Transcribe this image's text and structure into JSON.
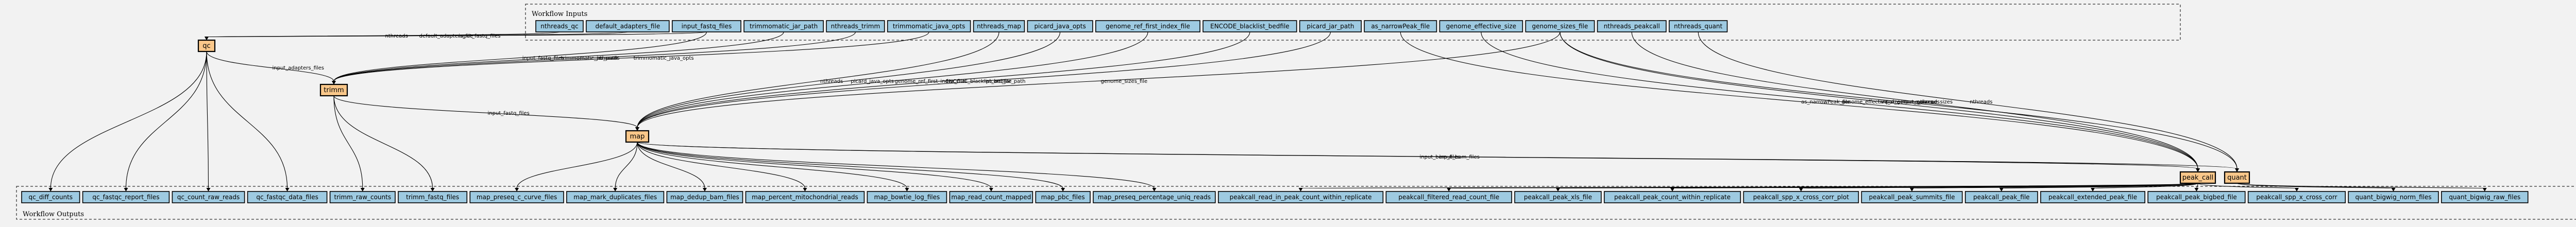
{
  "clusters": {
    "inputs_label": "Workflow Inputs",
    "outputs_label": "Workflow Outputs"
  },
  "inputs": [
    {
      "id": "in_nthreads_qc",
      "label": "nthreads_qc"
    },
    {
      "id": "in_default_adapters_file",
      "label": "default_adapters_file"
    },
    {
      "id": "in_input_fastq_files",
      "label": "input_fastq_files"
    },
    {
      "id": "in_trimmomatic_jar_path",
      "label": "trimmomatic_jar_path"
    },
    {
      "id": "in_nthreads_trimm",
      "label": "nthreads_trimm"
    },
    {
      "id": "in_trimmomatic_java_opts",
      "label": "trimmomatic_java_opts"
    },
    {
      "id": "in_nthreads_map",
      "label": "nthreads_map"
    },
    {
      "id": "in_picard_java_opts",
      "label": "picard_java_opts"
    },
    {
      "id": "in_genome_ref_first_index_file",
      "label": "genome_ref_first_index_file"
    },
    {
      "id": "in_encode_blacklist_bedfile",
      "label": "ENCODE_blacklist_bedfile"
    },
    {
      "id": "in_picard_jar_path",
      "label": "picard_jar_path"
    },
    {
      "id": "in_as_narrowpeak_file",
      "label": "as_narrowPeak_file"
    },
    {
      "id": "in_genome_effective_size",
      "label": "genome_effective_size"
    },
    {
      "id": "in_genome_sizes_file",
      "label": "genome_sizes_file"
    },
    {
      "id": "in_nthreads_peakcall",
      "label": "nthreads_peakcall"
    },
    {
      "id": "in_nthreads_quant",
      "label": "nthreads_quant"
    }
  ],
  "tasks": [
    {
      "id": "task_qc",
      "label": "qc"
    },
    {
      "id": "task_trimm",
      "label": "trimm"
    },
    {
      "id": "task_map",
      "label": "map"
    },
    {
      "id": "task_peak_call",
      "label": "peak_call"
    },
    {
      "id": "task_quant",
      "label": "quant"
    }
  ],
  "outputs": [
    {
      "id": "out_qc_diff_counts",
      "label": "qc_diff_counts"
    },
    {
      "id": "out_qc_fastqc_report_files",
      "label": "qc_fastqc_report_files"
    },
    {
      "id": "out_qc_count_raw_reads",
      "label": "qc_count_raw_reads"
    },
    {
      "id": "out_qc_fastqc_data_files",
      "label": "qc_fastqc_data_files"
    },
    {
      "id": "out_trimm_raw_counts",
      "label": "trimm_raw_counts"
    },
    {
      "id": "out_trimm_fastq_files",
      "label": "trimm_fastq_files"
    },
    {
      "id": "out_map_preseq_c_curve_files",
      "label": "map_preseq_c_curve_files"
    },
    {
      "id": "out_map_mark_duplicates_files",
      "label": "map_mark_duplicates_files"
    },
    {
      "id": "out_map_dedup_bam_files",
      "label": "map_dedup_bam_files"
    },
    {
      "id": "out_map_percent_mitochondrial_reads",
      "label": "map_percent_mitochondrial_reads"
    },
    {
      "id": "out_map_bowtie_log_files",
      "label": "map_bowtie_log_files"
    },
    {
      "id": "out_map_read_count_mapped",
      "label": "map_read_count_mapped"
    },
    {
      "id": "out_map_pbc_files",
      "label": "map_pbc_files"
    },
    {
      "id": "out_map_preseq_percentage_uniq_reads",
      "label": "map_preseq_percentage_uniq_reads"
    },
    {
      "id": "out_peakcall_read_in_peak_count_within_replicate",
      "label": "peakcall_read_in_peak_count_within_replicate"
    },
    {
      "id": "out_peakcall_filtered_read_count_file",
      "label": "peakcall_filtered_read_count_file"
    },
    {
      "id": "out_peakcall_peak_xls_file",
      "label": "peakcall_peak_xls_file"
    },
    {
      "id": "out_peakcall_peak_count_within_replicate",
      "label": "peakcall_peak_count_within_replicate"
    },
    {
      "id": "out_peakcall_spp_x_cross_corr_plot",
      "label": "peakcall_spp_x_cross_corr_plot"
    },
    {
      "id": "out_peakcall_peak_summits_file",
      "label": "peakcall_peak_summits_file"
    },
    {
      "id": "out_peakcall_peak_file",
      "label": "peakcall_peak_file"
    },
    {
      "id": "out_peakcall_extended_peak_file",
      "label": "peakcall_extended_peak_file"
    },
    {
      "id": "out_peakcall_peak_bigbed_file",
      "label": "peakcall_peak_bigbed_file"
    },
    {
      "id": "out_peakcall_spp_x_cross_corr",
      "label": "peakcall_spp_x_cross_corr"
    },
    {
      "id": "out_quant_bigwig_norm_files",
      "label": "quant_bigwig_norm_files"
    },
    {
      "id": "out_quant_bigwig_raw_files",
      "label": "quant_bigwig_raw_files"
    }
  ],
  "edges": [
    {
      "from": "in_nthreads_qc",
      "to": "task_qc",
      "label": "nthreads"
    },
    {
      "from": "in_default_adapters_file",
      "to": "task_qc",
      "label": "default_adapters_file"
    },
    {
      "from": "in_input_fastq_files",
      "to": "task_qc",
      "label": "input_fastq_files"
    },
    {
      "from": "in_input_fastq_files",
      "to": "task_trimm",
      "label": "input_fastq_files"
    },
    {
      "from": "in_trimmomatic_jar_path",
      "to": "task_trimm",
      "label": "trimmomatic_jar_path"
    },
    {
      "from": "in_nthreads_trimm",
      "to": "task_trimm",
      "label": "nthreads"
    },
    {
      "from": "in_trimmomatic_java_opts",
      "to": "task_trimm",
      "label": "trimmomatic_java_opts"
    },
    {
      "from": "task_qc",
      "to": "task_trimm",
      "label": "input_adapters_files"
    },
    {
      "from": "task_trimm",
      "to": "task_map",
      "label": "input_fastq_files"
    },
    {
      "from": "in_nthreads_map",
      "to": "task_map",
      "label": "nthreads"
    },
    {
      "from": "in_picard_java_opts",
      "to": "task_map",
      "label": "picard_java_opts"
    },
    {
      "from": "in_genome_ref_first_index_file",
      "to": "task_map",
      "label": "genome_ref_first_index_file"
    },
    {
      "from": "in_encode_blacklist_bedfile",
      "to": "task_map",
      "label": "ENCODE_blacklist_bedfile"
    },
    {
      "from": "in_picard_jar_path",
      "to": "task_map",
      "label": "picard_jar_path"
    },
    {
      "from": "in_genome_sizes_file",
      "to": "task_map",
      "label": "genome_sizes_file"
    },
    {
      "from": "task_map",
      "to": "task_peak_call",
      "label": "input_bam_files"
    },
    {
      "from": "task_map",
      "to": "task_quant",
      "label": "input_bam_files"
    },
    {
      "from": "in_as_narrowpeak_file",
      "to": "task_peak_call",
      "label": "as_narrowPeak_file"
    },
    {
      "from": "in_genome_effective_size",
      "to": "task_peak_call",
      "label": "genome_effective_size"
    },
    {
      "from": "in_genome_sizes_file",
      "to": "task_peak_call",
      "label": "input_genome_sizes"
    },
    {
      "from": "in_genome_sizes_file",
      "to": "task_quant",
      "label": "input_genome_sizes"
    },
    {
      "from": "in_nthreads_peakcall",
      "to": "task_peak_call",
      "label": "nthreads"
    },
    {
      "from": "in_nthreads_quant",
      "to": "task_quant",
      "label": "nthreads"
    },
    {
      "from": "task_qc",
      "to": "out_qc_diff_counts",
      "label": ""
    },
    {
      "from": "task_qc",
      "to": "out_qc_fastqc_report_files",
      "label": ""
    },
    {
      "from": "task_qc",
      "to": "out_qc_count_raw_reads",
      "label": ""
    },
    {
      "from": "task_qc",
      "to": "out_qc_fastqc_data_files",
      "label": ""
    },
    {
      "from": "task_trimm",
      "to": "out_trimm_raw_counts",
      "label": ""
    },
    {
      "from": "task_trimm",
      "to": "out_trimm_fastq_files",
      "label": ""
    },
    {
      "from": "task_map",
      "to": "out_map_preseq_c_curve_files",
      "label": ""
    },
    {
      "from": "task_map",
      "to": "out_map_mark_duplicates_files",
      "label": ""
    },
    {
      "from": "task_map",
      "to": "out_map_dedup_bam_files",
      "label": ""
    },
    {
      "from": "task_map",
      "to": "out_map_percent_mitochondrial_reads",
      "label": ""
    },
    {
      "from": "task_map",
      "to": "out_map_bowtie_log_files",
      "label": ""
    },
    {
      "from": "task_map",
      "to": "out_map_read_count_mapped",
      "label": ""
    },
    {
      "from": "task_map",
      "to": "out_map_pbc_files",
      "label": ""
    },
    {
      "from": "task_map",
      "to": "out_map_preseq_percentage_uniq_reads",
      "label": ""
    },
    {
      "from": "task_peak_call",
      "to": "out_peakcall_read_in_peak_count_within_replicate",
      "label": ""
    },
    {
      "from": "task_peak_call",
      "to": "out_peakcall_filtered_read_count_file",
      "label": ""
    },
    {
      "from": "task_peak_call",
      "to": "out_peakcall_peak_xls_file",
      "label": ""
    },
    {
      "from": "task_peak_call",
      "to": "out_peakcall_peak_count_within_replicate",
      "label": ""
    },
    {
      "from": "task_peak_call",
      "to": "out_peakcall_spp_x_cross_corr_plot",
      "label": ""
    },
    {
      "from": "task_peak_call",
      "to": "out_peakcall_peak_summits_file",
      "label": ""
    },
    {
      "from": "task_peak_call",
      "to": "out_peakcall_peak_file",
      "label": ""
    },
    {
      "from": "task_peak_call",
      "to": "out_peakcall_extended_peak_file",
      "label": ""
    },
    {
      "from": "task_peak_call",
      "to": "out_peakcall_peak_bigbed_file",
      "label": ""
    },
    {
      "from": "task_peak_call",
      "to": "out_peakcall_spp_x_cross_corr",
      "label": ""
    },
    {
      "from": "task_quant",
      "to": "out_quant_bigwig_norm_files",
      "label": ""
    },
    {
      "from": "task_quant",
      "to": "out_quant_bigwig_raw_files",
      "label": ""
    }
  ],
  "colors": {
    "io_fill": "#9ecae1",
    "task_fill": "#f9c78a",
    "stroke": "#000000",
    "background": "#f2f2f2"
  }
}
